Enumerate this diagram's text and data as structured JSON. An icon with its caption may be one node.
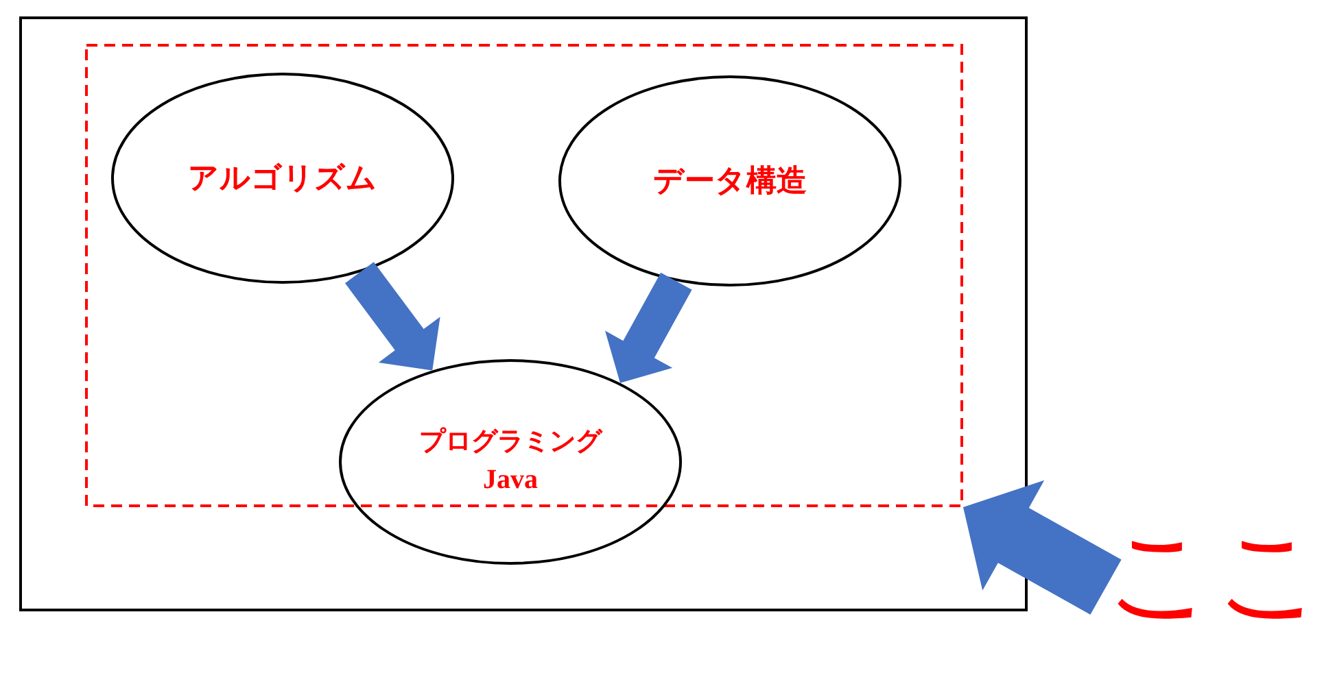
{
  "diagram": {
    "nodes": [
      {
        "text": [],
        "shape": "box"
      },
      {
        "text": [],
        "shape": "box",
        "in": 0
      },
      {
        "text": [
          "アルゴリズム"
        ],
        "in": 1
      },
      {
        "text": [
          "データ構造"
        ],
        "in": 1
      },
      {
        "text": [
          "プログラミング",
          "Java"
        ],
        "in": 0
      },
      {
        "text": [
          "ここ"
        ]
      }
    ],
    "edges": [
      {
        "from": 2,
        "to": 4,
        "arrow": "to"
      },
      {
        "from": 3,
        "to": 4,
        "arrow": "to"
      },
      {
        "from": 5,
        "to": 1,
        "arrow": "to"
      }
    ]
  }
}
